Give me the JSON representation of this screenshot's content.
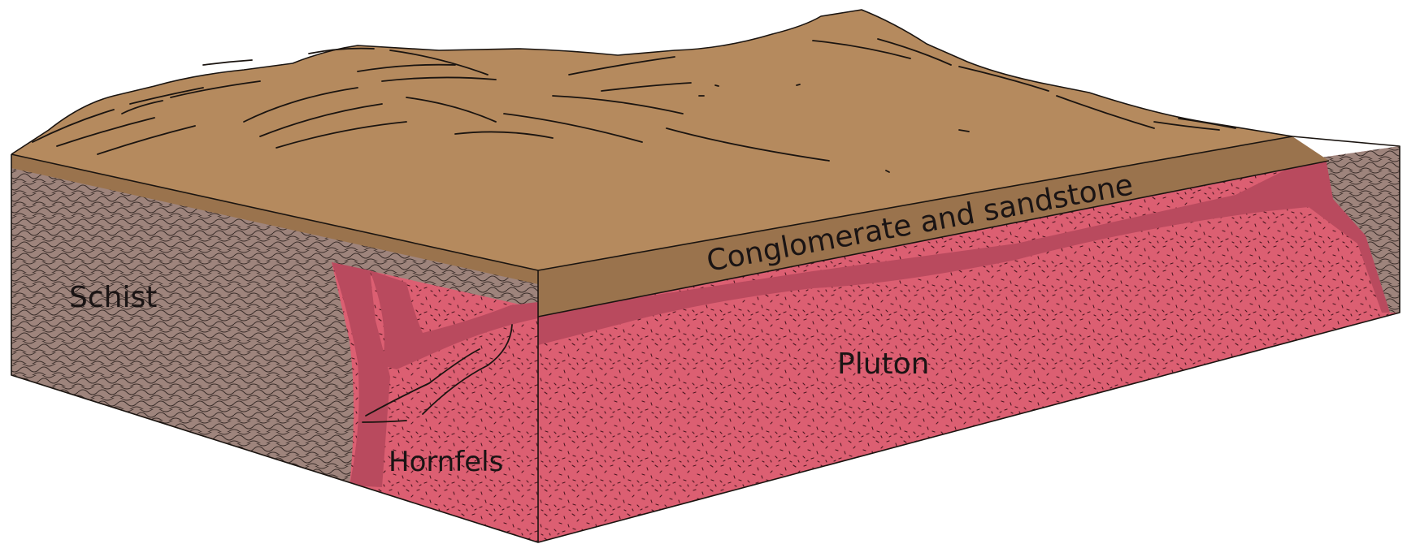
{
  "labels": {
    "schist": "Schist",
    "conglomerate": "Conglomerate and sandstone",
    "pluton": "Pluton",
    "hornfels": "Hornfels"
  },
  "colors": {
    "surface": "#b58a5e",
    "conglomerate_band": "#9a734d",
    "schist": "#9e847c",
    "schist_weave": "#3a2e2a",
    "pluton": "#dc5f72",
    "pluton_speckle": "#4a1620",
    "hornfels": "#b94a5e",
    "outline": "#1a1410"
  }
}
